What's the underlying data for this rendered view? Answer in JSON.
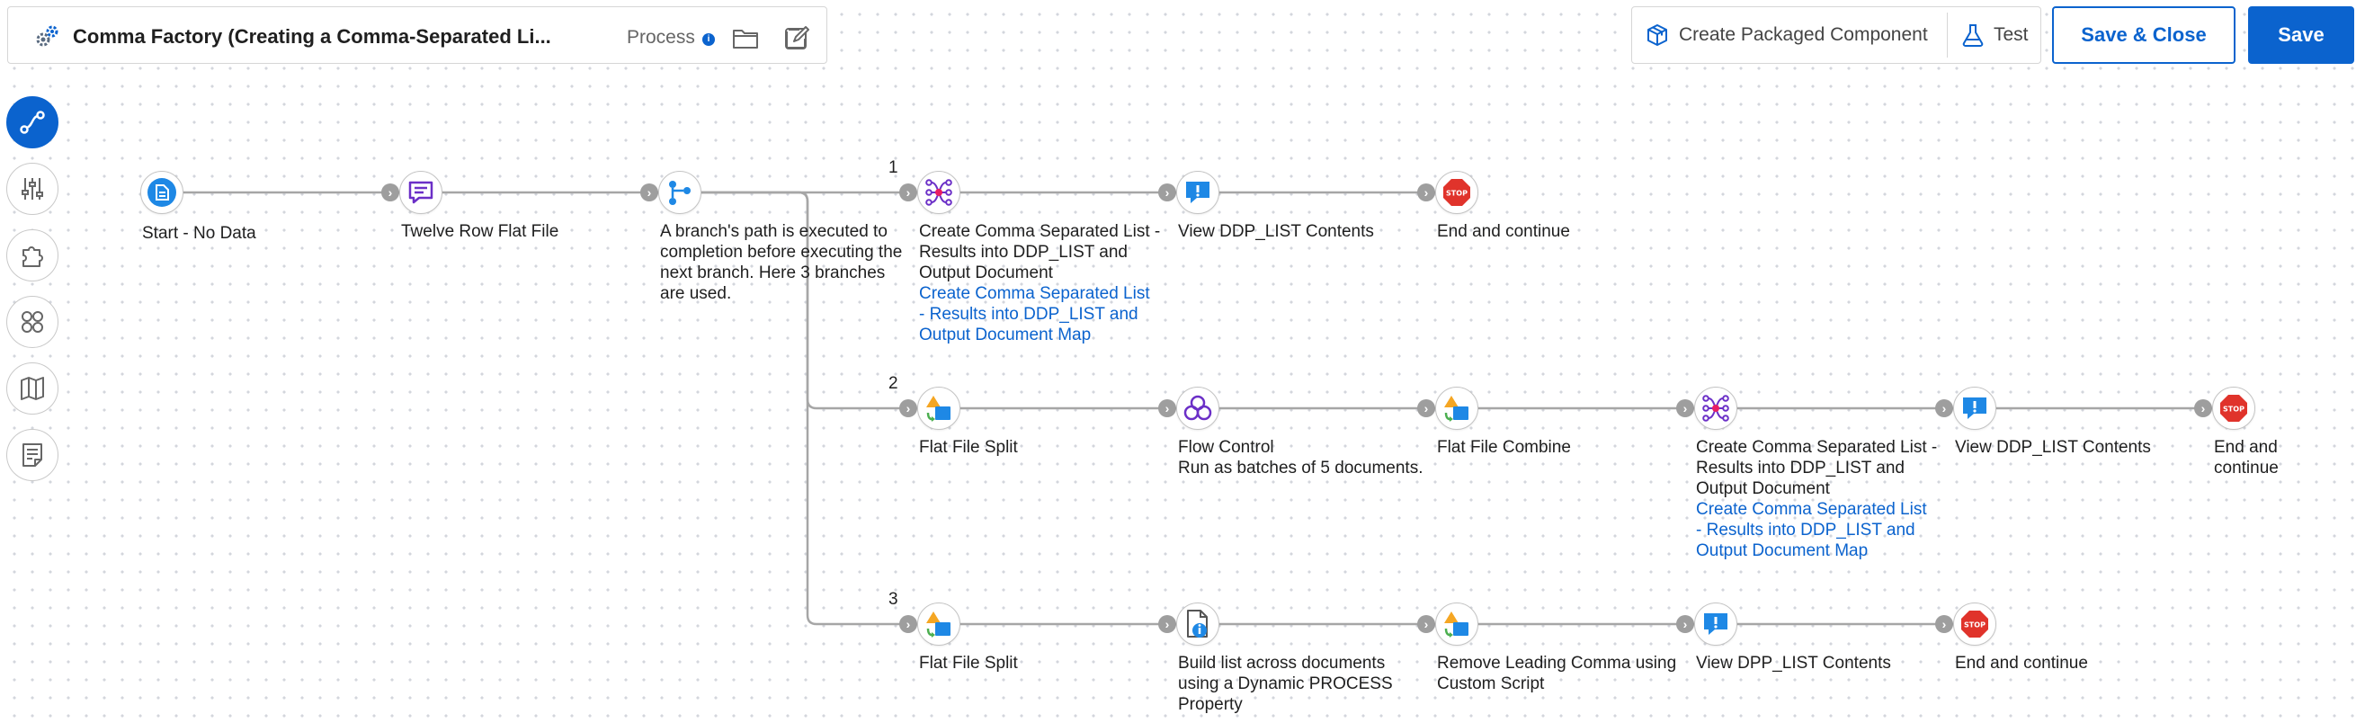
{
  "header": {
    "process_title": "Comma Factory (Creating a Comma-Separated Li...",
    "process_type": "Process",
    "info_icon": "info-icon",
    "folder_icon": "folder-icon",
    "edit_icon": "edit-icon",
    "gear_icon": "gears-icon"
  },
  "actions": {
    "create_packaged": "Create Packaged Component",
    "test": "Test",
    "save_close": "Save & Close",
    "save": "Save"
  },
  "rail": [
    "route-icon",
    "sliders-icon",
    "puzzle-icon",
    "shapes-grid-icon",
    "map-icon",
    "notes-icon"
  ],
  "colors": {
    "accent": "#0b63ce",
    "connector": "#9e9e9e",
    "line": "#a6a6a6",
    "stop": "#e0332b",
    "purple": "#6b2fc7"
  },
  "flow": {
    "start": {
      "label": "Start - No Data",
      "icon": "start-doc-icon"
    },
    "message": {
      "label": "Twelve Row Flat File",
      "icon": "message-icon"
    },
    "branch": {
      "label": "A branch's path is executed to\ncompletion before executing the\nnext branch. Here 3 branches\nare used.",
      "icon": "branch-icon"
    },
    "branches": [
      {
        "number": "1",
        "steps": [
          {
            "icon": "map-transform-icon",
            "label": "Create Comma Separated List -\nResults into DDP_LIST and\nOutput Document",
            "link": "Create Comma Separated List\n- Results into DDP_LIST and\nOutput Document Map"
          },
          {
            "icon": "notify-icon",
            "label": "View DDP_LIST Contents"
          },
          {
            "icon": "stop-icon",
            "label": "End and continue"
          }
        ]
      },
      {
        "number": "2",
        "steps": [
          {
            "icon": "data-process-icon",
            "label": "Flat File Split"
          },
          {
            "icon": "flow-control-icon",
            "label": "Flow Control\nRun as batches of 5 documents."
          },
          {
            "icon": "data-process-icon",
            "label": "Flat File Combine"
          },
          {
            "icon": "map-transform-icon",
            "label": "Create Comma Separated List -\nResults into DDP_LIST and\nOutput Document",
            "link": "Create Comma Separated List\n- Results into DDP_LIST and\nOutput Document Map"
          },
          {
            "icon": "notify-icon",
            "label": "View DDP_LIST Contents"
          },
          {
            "icon": "stop-icon",
            "label": "End and\ncontinue"
          }
        ]
      },
      {
        "number": "3",
        "steps": [
          {
            "icon": "data-process-icon",
            "label": "Flat File Split"
          },
          {
            "icon": "set-properties-icon",
            "label": "Build list across documents\nusing a Dynamic PROCESS\nProperty"
          },
          {
            "icon": "data-process-icon",
            "label": "Remove Leading Comma using\nCustom Script"
          },
          {
            "icon": "notify-icon",
            "label": "View DPP_LIST Contents"
          },
          {
            "icon": "stop-icon",
            "label": "End and continue"
          }
        ]
      }
    ]
  }
}
